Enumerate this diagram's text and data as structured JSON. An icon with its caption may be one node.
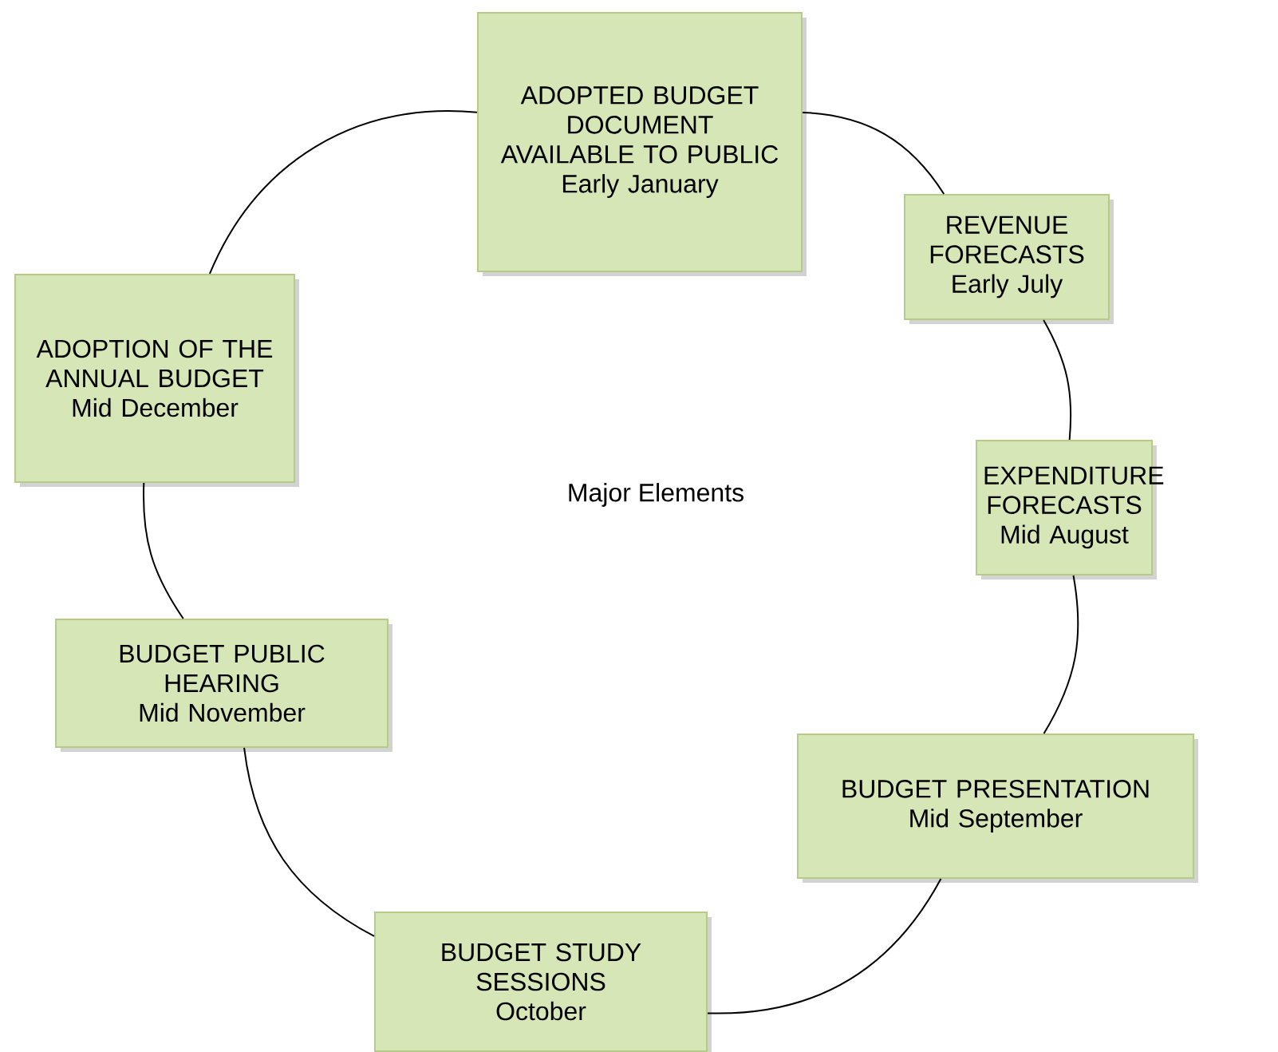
{
  "diagram": {
    "nodes": [
      {
        "text": [
          "ADOPTED BUDGET DOCUMENT AVAILABLE TO PUBLIC",
          "Early January"
        ]
      },
      {
        "text": [
          "REVENUE FORECASTS",
          "Early July"
        ]
      },
      {
        "text": [
          "EXPENDITURE FORECASTS",
          "Mid August"
        ]
      },
      {
        "text": [
          "BUDGET PRESENTATION",
          "Mid September"
        ]
      },
      {
        "text": [
          "BUDGET STUDY SESSIONS",
          "October"
        ]
      },
      {
        "text": [
          "BUDGET PUBLIC HEARING",
          "Mid November"
        ]
      },
      {
        "text": [
          "ADOPTION OF THE ANNUAL BUDGET",
          "Mid December"
        ]
      }
    ],
    "edges": [
      {
        "from": 0,
        "to": 1,
        "arrow": "none"
      },
      {
        "from": 1,
        "to": 2,
        "arrow": "none"
      },
      {
        "from": 2,
        "to": 3,
        "arrow": "none"
      },
      {
        "from": 3,
        "to": 4,
        "arrow": "none"
      },
      {
        "from": 4,
        "to": 5,
        "arrow": "none"
      },
      {
        "from": 5,
        "to": 6,
        "arrow": "none"
      },
      {
        "from": 6,
        "to": 0,
        "arrow": "none"
      }
    ],
    "labels": [
      "Major Elements"
    ]
  }
}
